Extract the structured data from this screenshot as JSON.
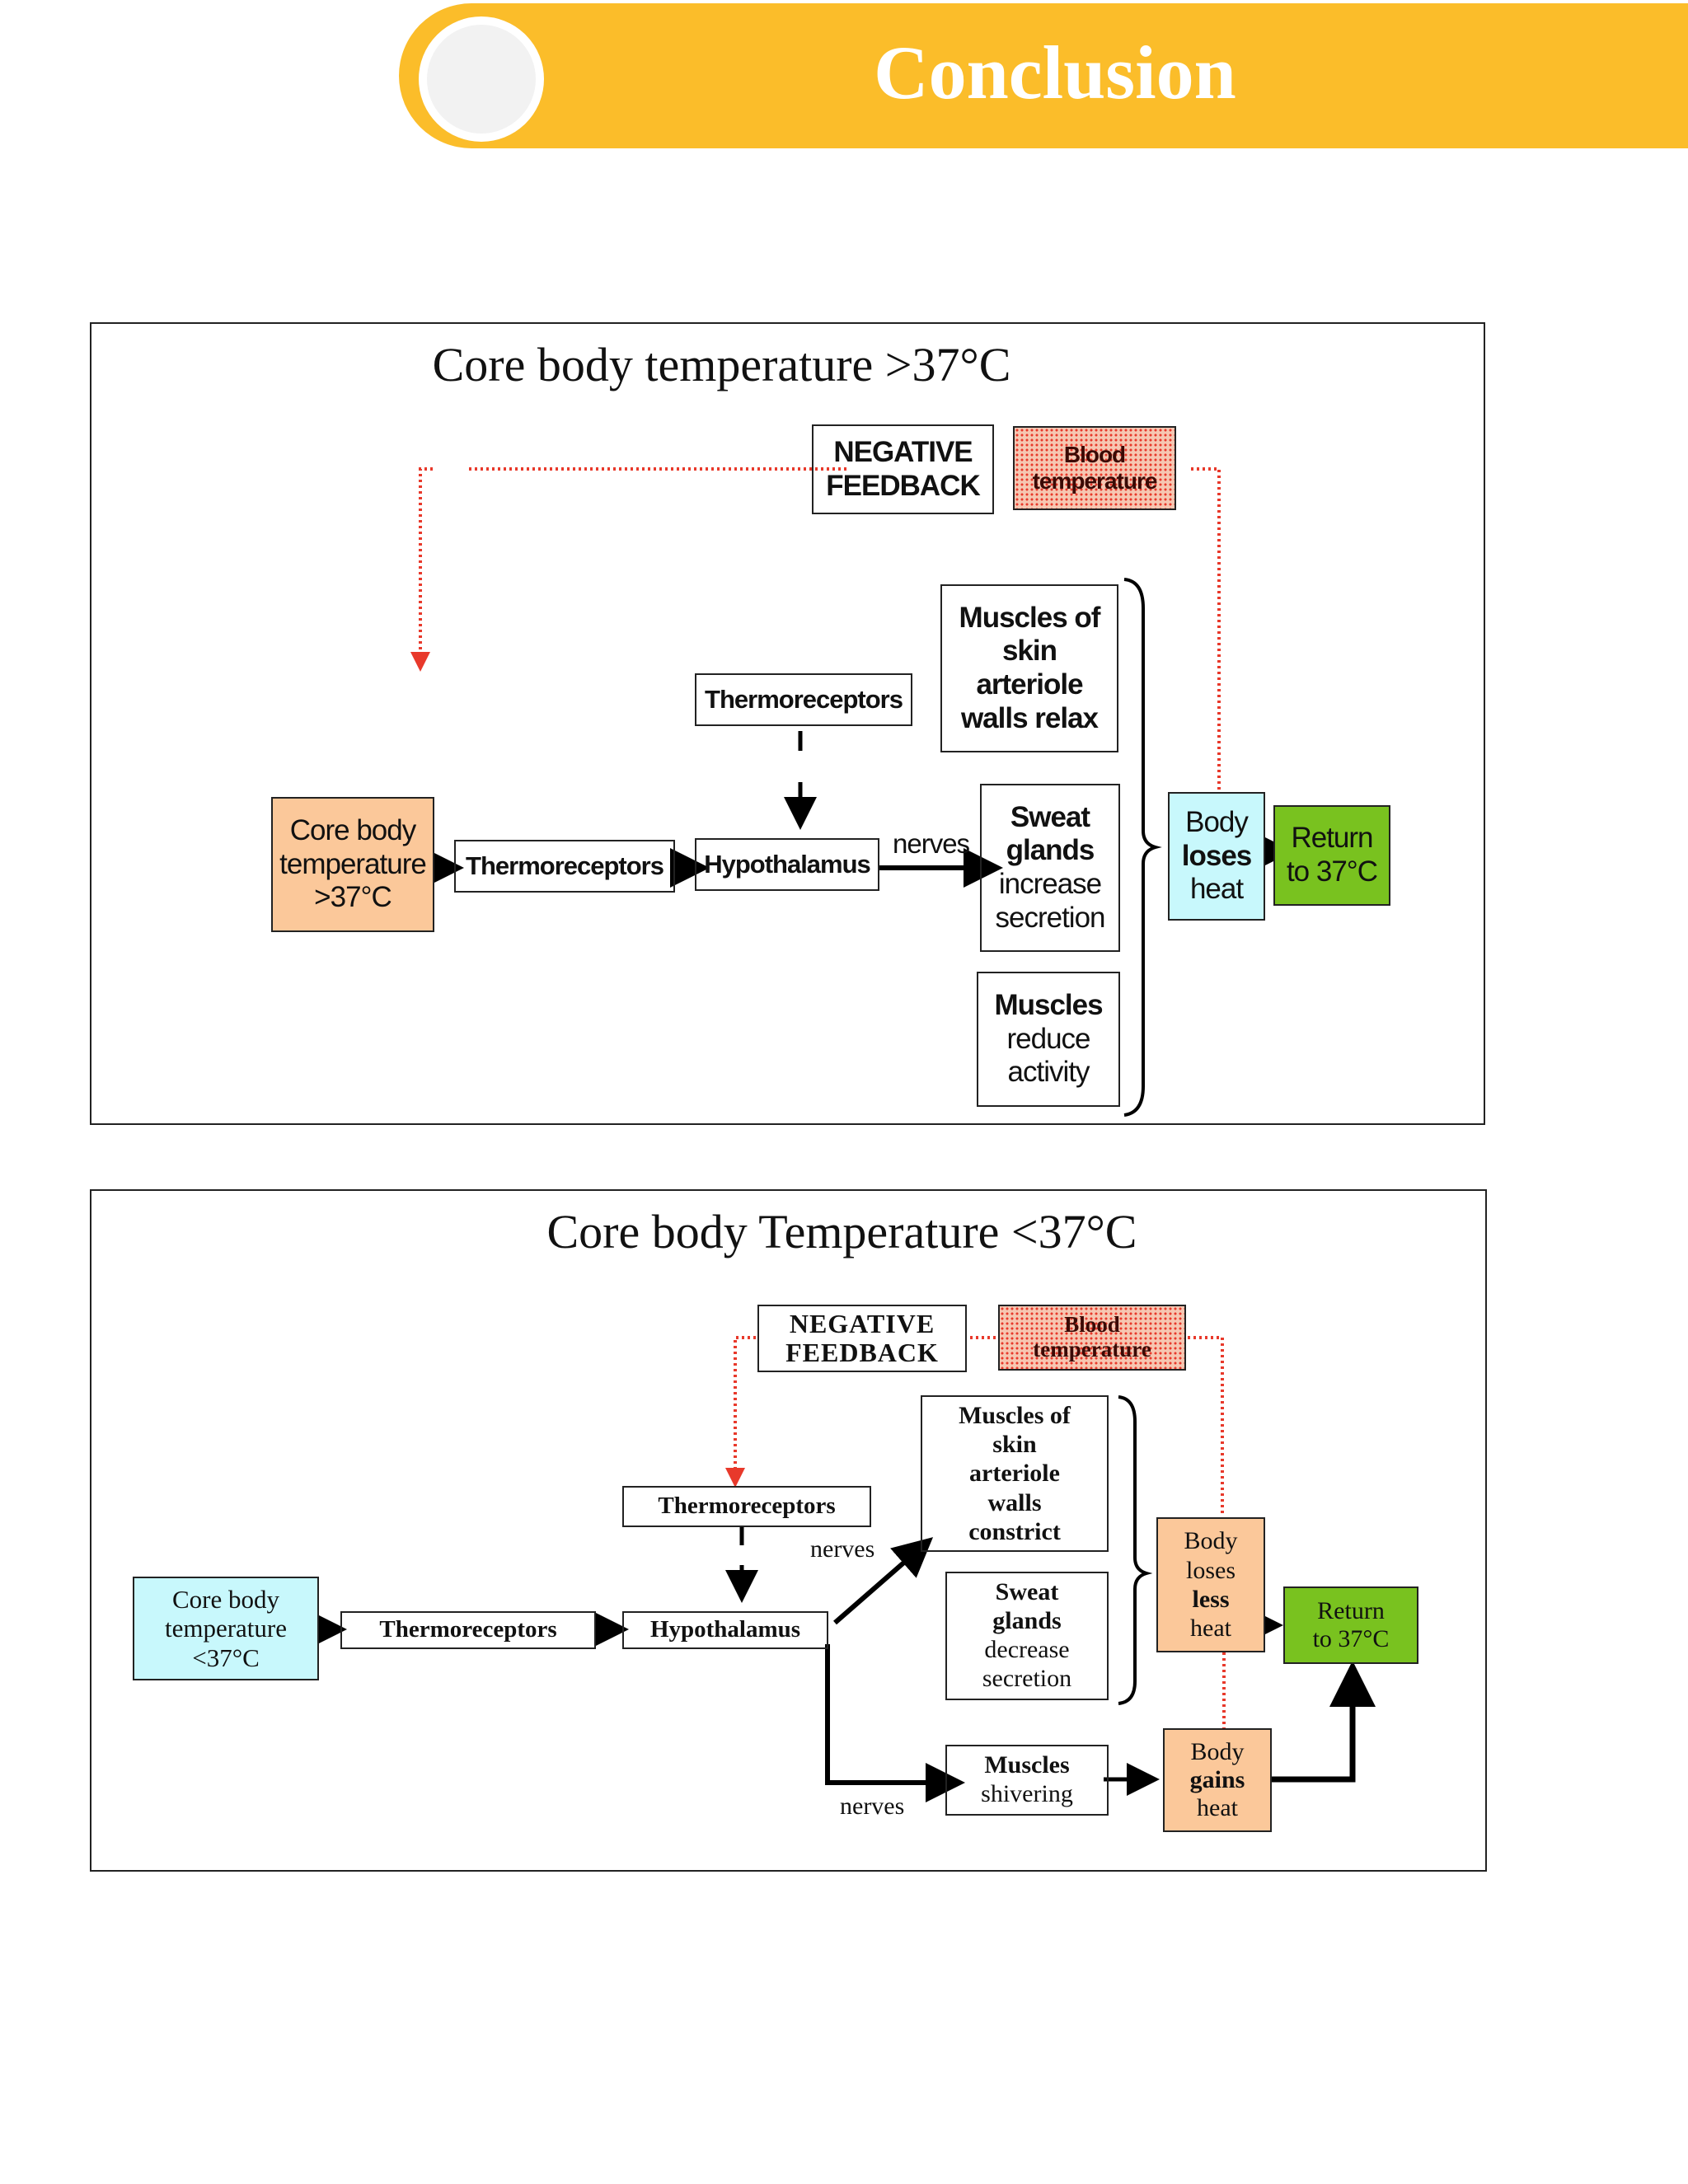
{
  "header": {
    "title": "Conclusion"
  },
  "hot": {
    "title": "Core body temperature >37°C",
    "negative_feedback": [
      "NEGATIVE",
      "FEEDBACK"
    ],
    "blood_temperature": [
      "Blood",
      "temperature"
    ],
    "thermoreceptors_top": "Thermoreceptors",
    "muscles_skin": [
      "Muscles of",
      "skin",
      "arteriole",
      "walls relax"
    ],
    "core": [
      "Core body",
      "temperature",
      ">37°C"
    ],
    "thermoreceptors": "Thermoreceptors",
    "hypothalamus": "Hypothalamus",
    "nerves": "nerves",
    "sweat": [
      "Sweat",
      "glands",
      "increase",
      "secretion"
    ],
    "muscles_reduce": [
      "Muscles",
      "reduce",
      "activity"
    ],
    "body_loses": [
      "Body",
      "loses",
      "heat"
    ],
    "return": [
      "Return",
      "to 37°C"
    ]
  },
  "cold": {
    "title": "Core body Temperature <37°C",
    "negative_feedback": [
      "NEGATIVE",
      "FEEDBACK"
    ],
    "blood_temperature": [
      "Blood",
      "temperature"
    ],
    "muscles_skin": [
      "Muscles of",
      "skin",
      "arteriole",
      "walls",
      "constrict"
    ],
    "thermoreceptors_top": "Thermoreceptors",
    "nerves_top": "nerves",
    "core": [
      "Core body",
      "temperature",
      "<37°C"
    ],
    "thermoreceptors": "Thermoreceptors",
    "hypothalamus": "Hypothalamus",
    "sweat": [
      "Sweat",
      "glands",
      "decrease",
      "secretion"
    ],
    "body_loses_less": [
      "Body",
      "loses",
      "less",
      "heat"
    ],
    "return": [
      "Return",
      "to 37°C"
    ],
    "muscles_shivering": [
      "Muscles",
      "shivering"
    ],
    "nerves_bottom": "nerves",
    "body_gains": [
      "Body",
      "gains",
      "heat"
    ]
  },
  "colors": {
    "banner": "#fbbd2a",
    "orange_box": "#fbc89a",
    "cyan_box": "#c8f8fc",
    "green_box": "#79c21f",
    "feedback_dots": "#e8392b"
  }
}
